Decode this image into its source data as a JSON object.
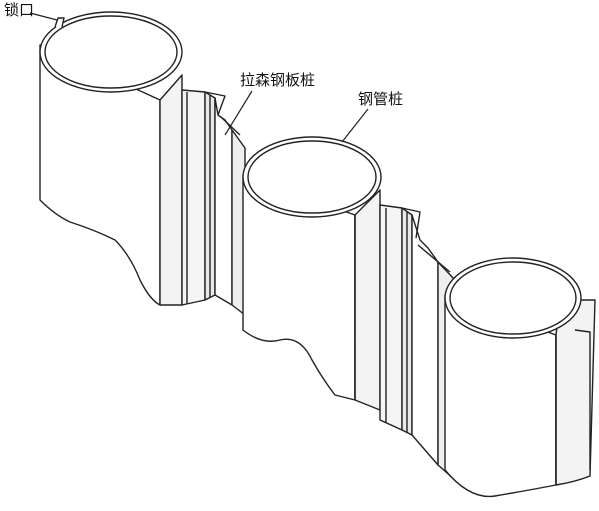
{
  "labels": {
    "interlock": "锁口",
    "larsen_sheet_pile": "拉森钢板桩",
    "steel_pipe_pile": "钢管桩"
  },
  "colors": {
    "stroke": "#222222",
    "fill": "#ffffff",
    "shade": "#e9e9e9"
  }
}
